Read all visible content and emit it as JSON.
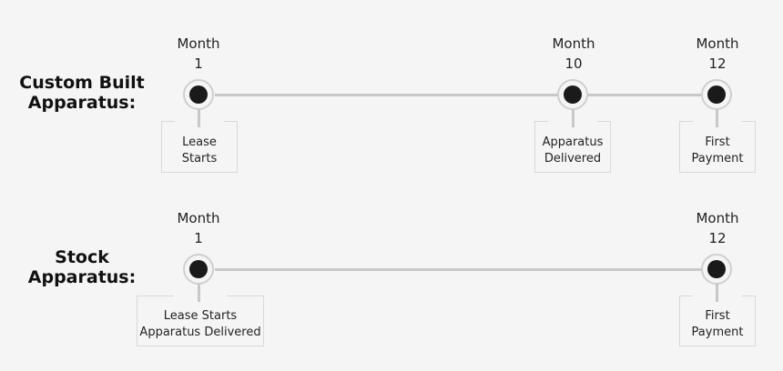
{
  "rows": [
    {
      "label_line1": "Custom Built",
      "label_line2": "Apparatus:",
      "milestones": [
        {
          "month_label": "Month",
          "month_num": "1",
          "text1": "Lease",
          "text2": "Starts"
        },
        {
          "month_label": "Month",
          "month_num": "10",
          "text1": "Apparatus",
          "text2": "Delivered"
        },
        {
          "month_label": "Month",
          "month_num": "12",
          "text1": "First",
          "text2": "Payment"
        }
      ]
    },
    {
      "label_line1": "Stock",
      "label_line2": "Apparatus:",
      "milestones": [
        {
          "month_label": "Month",
          "month_num": "1",
          "text1": "Lease Starts",
          "text2": "Apparatus Delivered"
        },
        {
          "month_label": "Month",
          "month_num": "12",
          "text1": "First",
          "text2": "Payment"
        }
      ]
    }
  ],
  "colors": {
    "background": "#f5f5f5",
    "line": "#c8c8c8",
    "dot": "#1a1a1a"
  }
}
